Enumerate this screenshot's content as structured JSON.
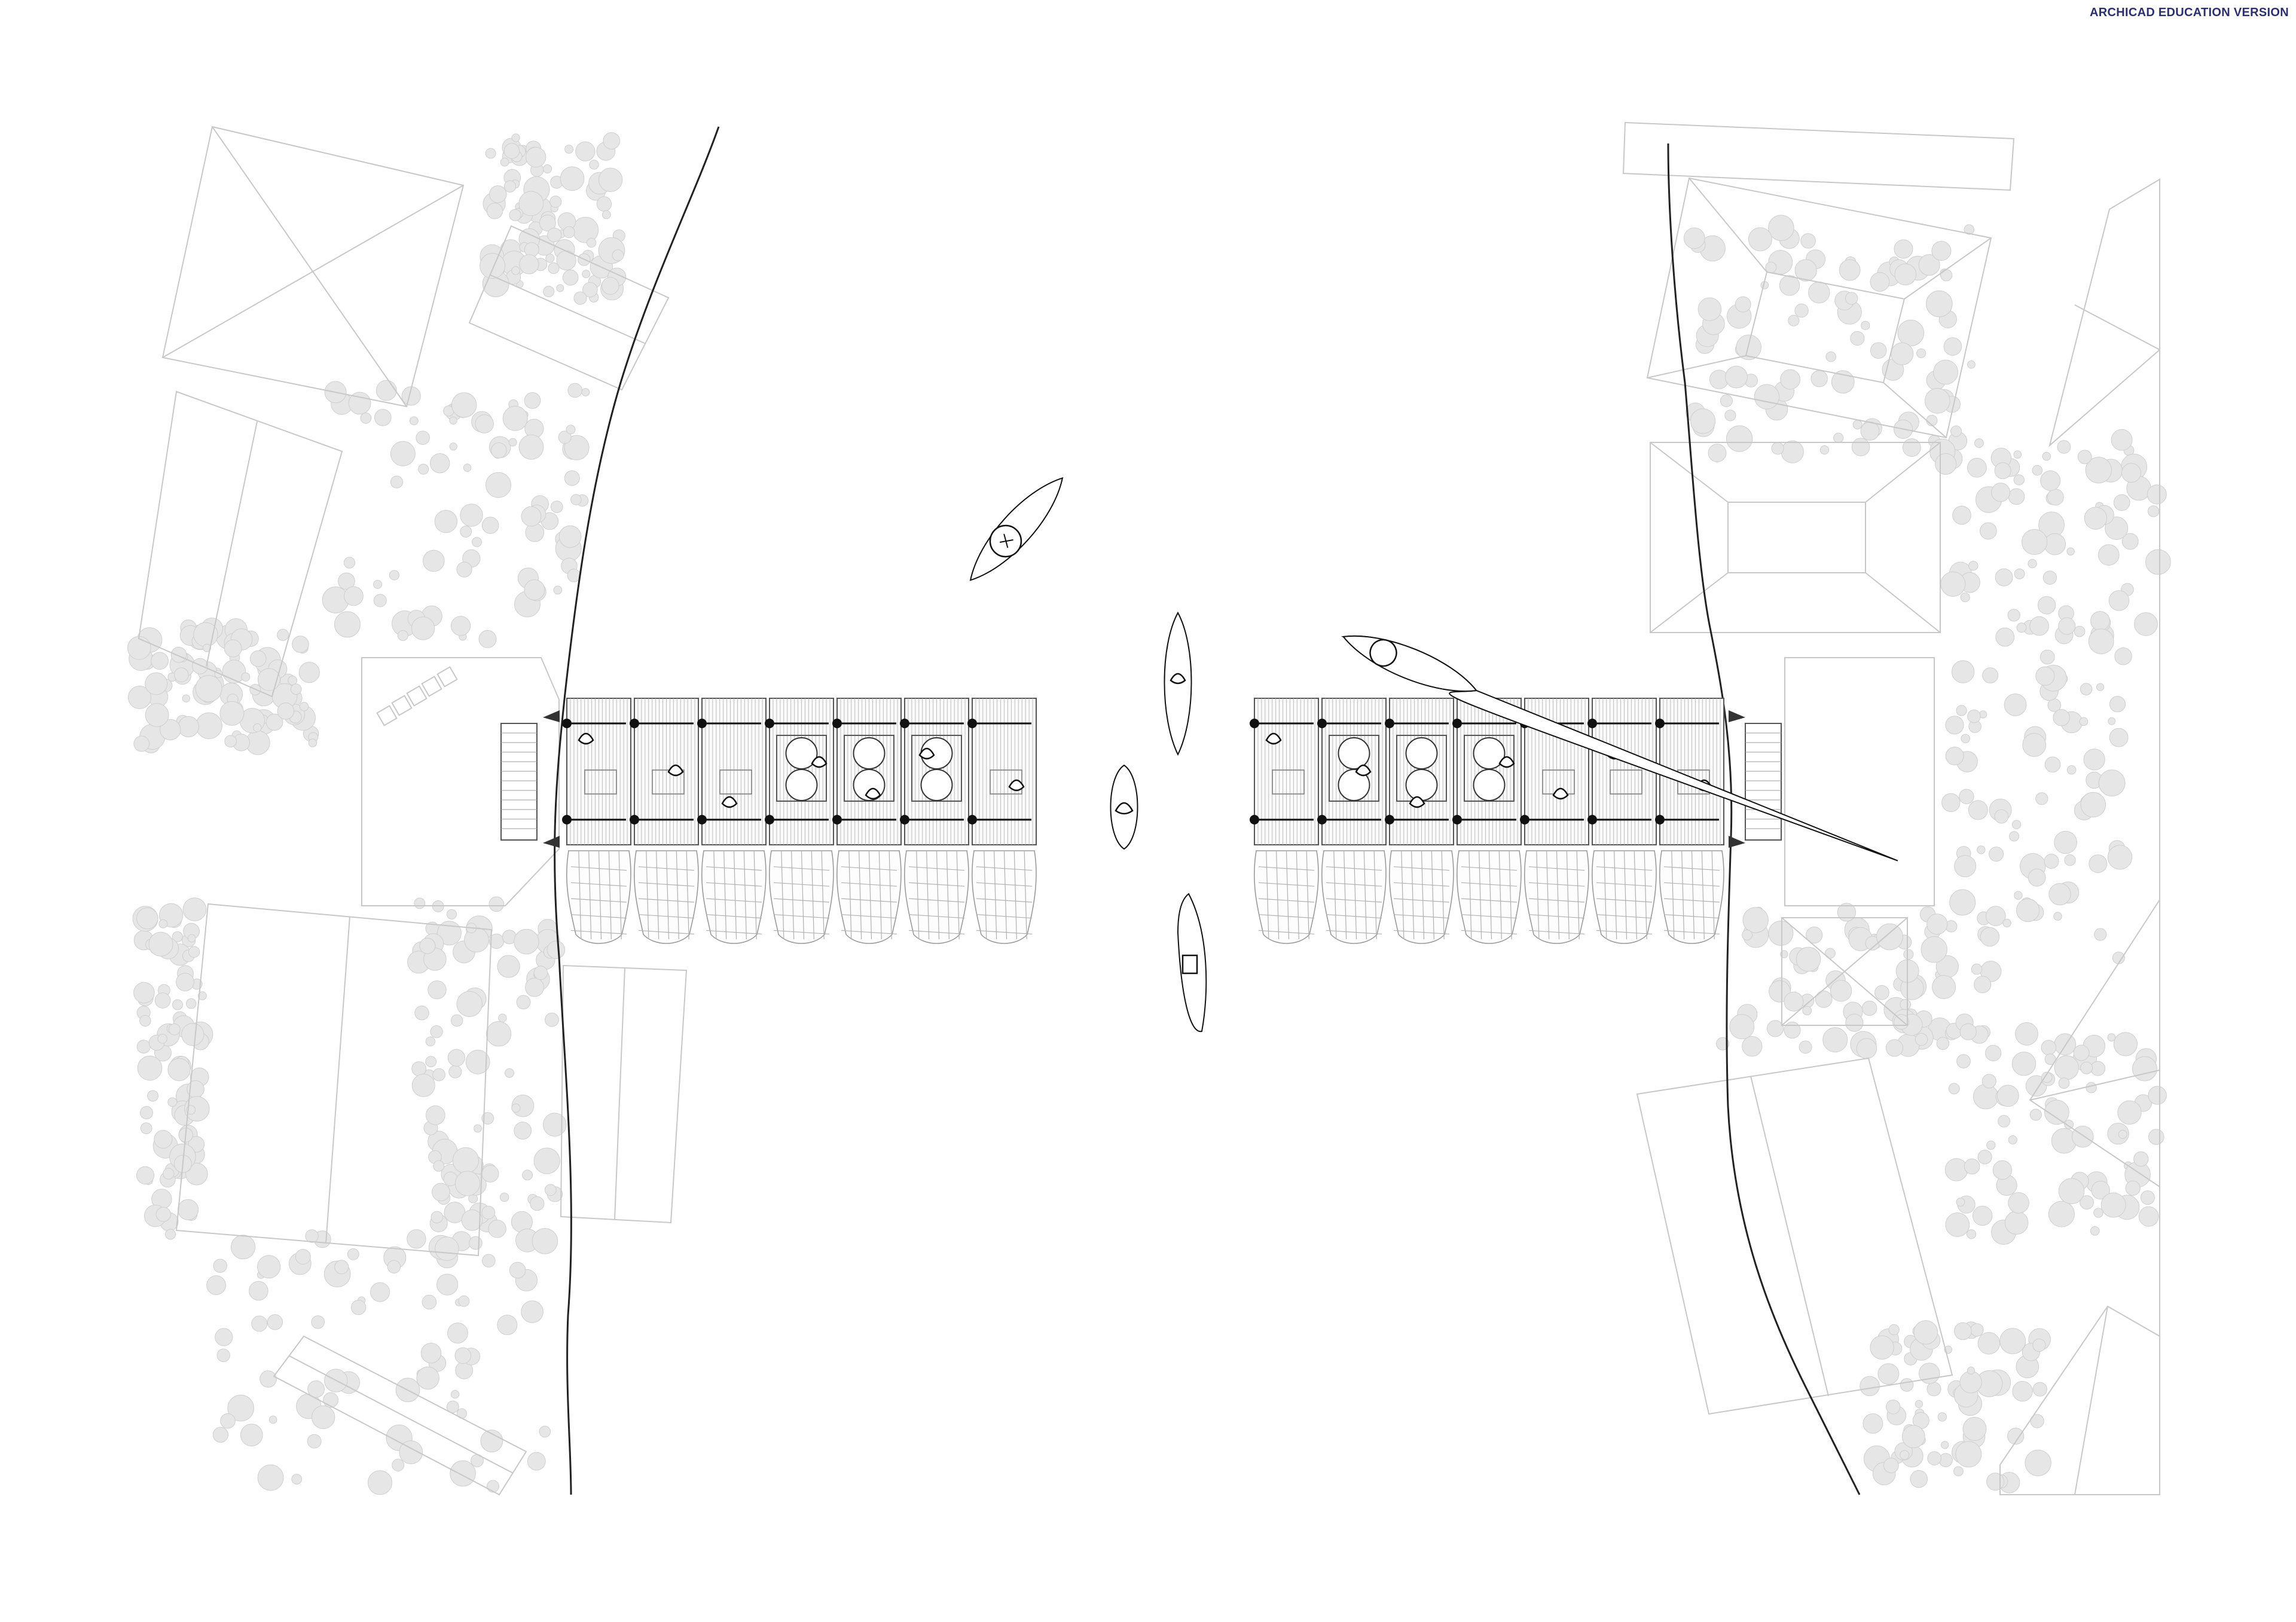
{
  "watermark": {
    "text": "ARCHICAD EDUCATION VERSION",
    "color": "#2b2f6b"
  },
  "drawing": {
    "type": "site plan",
    "line_colors": {
      "outline": "#c8c8c8",
      "riverbank": "#222222",
      "deck": "#555555",
      "vegetation": "#e6e6e6"
    },
    "left_platform_modules": 7,
    "right_platform_modules": 7,
    "boats": 5
  }
}
